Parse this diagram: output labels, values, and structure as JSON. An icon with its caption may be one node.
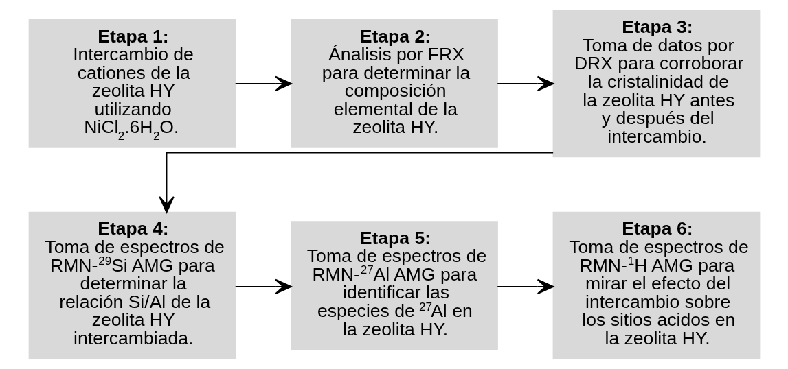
{
  "diagram": {
    "nodes": [
      {
        "text": [
          "Etapa 1:",
          "Intercambio de cationes de la zeolita HY utilizando NiCl$_{2}$.6H$_{2}$O."
        ]
      },
      {
        "text": [
          "Etapa 2:",
          "Ánalisis por FRX para determinar la composición elemental de la zeolita HY."
        ]
      },
      {
        "text": [
          "Etapa 3:",
          "Toma de datos por DRX para corroborar la cristalinidad de la zeolita HY antes y después del intercambio."
        ]
      },
      {
        "text": [
          "Etapa 4:",
          "Toma de espectros de RMN-$^{29}$Si AMG para determinar la relación Si/Al de la zeolita HY intercambiada."
        ]
      },
      {
        "text": [
          "Etapa 5:",
          "Toma de espectros de RMN-$^{27}$Al AMG para identificar las especies de $^{27}$Al en la zeolita HY."
        ]
      },
      {
        "text": [
          "Etapa 6:",
          "Toma de espectros de RMN-$^{1}$H AMG para mirar el efecto del intercambio sobre los sitios acidos en la zeolita HY."
        ]
      }
    ],
    "edges": [
      {
        "from": 0,
        "to": 1,
        "arrow": "to"
      },
      {
        "from": 1,
        "to": 2,
        "arrow": "to"
      },
      {
        "from": 2,
        "to": 3,
        "arrow": "to"
      },
      {
        "from": 3,
        "to": 4,
        "arrow": "to"
      },
      {
        "from": 4,
        "to": 5,
        "arrow": "to"
      }
    ]
  }
}
